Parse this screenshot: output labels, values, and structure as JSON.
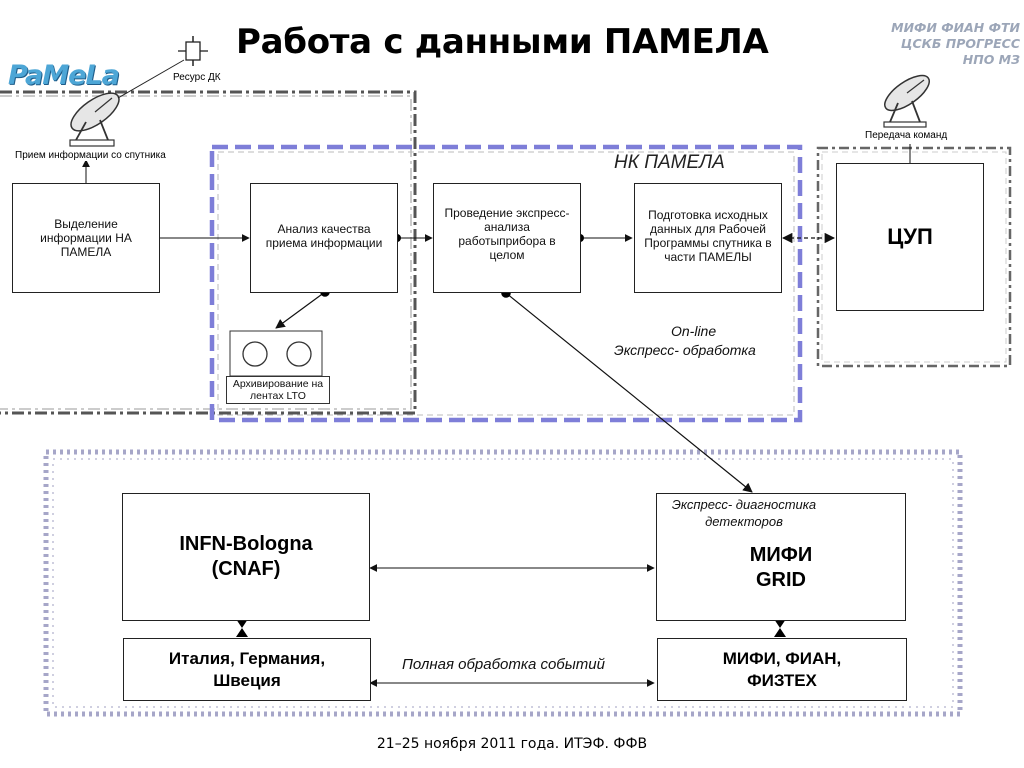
{
  "slide": {
    "title": "Работа с данными ПАМЕЛА",
    "footer": "21–25 ноября 2011 года. ИТЭФ. ФФВ"
  },
  "logos": {
    "left": "PaMeLa",
    "right_lines": [
      "МИФИ  ФИАН ФТИ",
      "ЦСКБ ПРОГРЕСС",
      "НПО МЗ"
    ]
  },
  "diagram": {
    "nodes": {
      "resurs_dk": "Ресурс ДК",
      "receive_label": "Прием информации со спутника",
      "command_label": "Передача команд",
      "extract": "Выделение информации НА ПАМЕЛА",
      "quality": "Анализ качества приема информации",
      "express": "Проведение экспресс-анализа работыприбора в целом",
      "prepare": "Подготовка исходных данных для Рабочей Программы спутника в части ПАМЕЛЫ",
      "tsup": "ЦУП",
      "archive": "Архивирование на лентах LTO",
      "nk_title": "НК ПАМЕЛА",
      "online": "On-line",
      "express_proc": "Экспресс- обработка",
      "diag1": "Экспресс- диагностика",
      "diag2": "детекторов",
      "infn1": "INFN-Bologna",
      "infn2": "(CNAF)",
      "mifi1": "МИФИ",
      "mifi2": "GRID",
      "italy1": "Италия, Германия,",
      "italy2": "Швеция",
      "mifi_fian1": "МИФИ, ФИАН,",
      "mifi_fian2": "ФИЗТЕХ",
      "full_proc": "Полная обработка событий"
    }
  }
}
